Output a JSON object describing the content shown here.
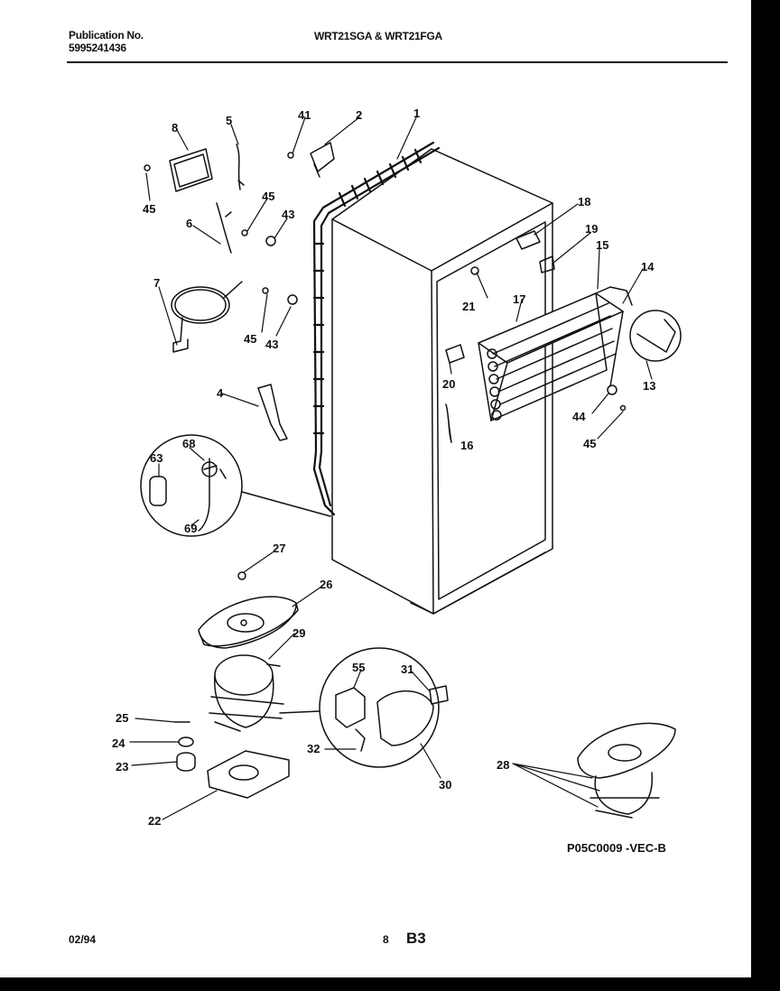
{
  "header": {
    "publication_label": "Publication No.",
    "publication_number": "5995241436",
    "models": "WRT21SGA & WRT21FGA"
  },
  "diagram": {
    "code": "P05C0009 -VEC-B",
    "callouts": [
      "1",
      "2",
      "41",
      "5",
      "8",
      "45",
      "6",
      "45",
      "43",
      "7",
      "45",
      "43",
      "4",
      "63",
      "68",
      "69",
      "18",
      "19",
      "15",
      "14",
      "21",
      "17",
      "20",
      "16",
      "13",
      "44",
      "45",
      "27",
      "26",
      "29",
      "55",
      "31",
      "25",
      "24",
      "23",
      "32",
      "30",
      "22",
      "28"
    ]
  },
  "footer": {
    "date": "02/94",
    "page": "8",
    "section": "B3"
  }
}
